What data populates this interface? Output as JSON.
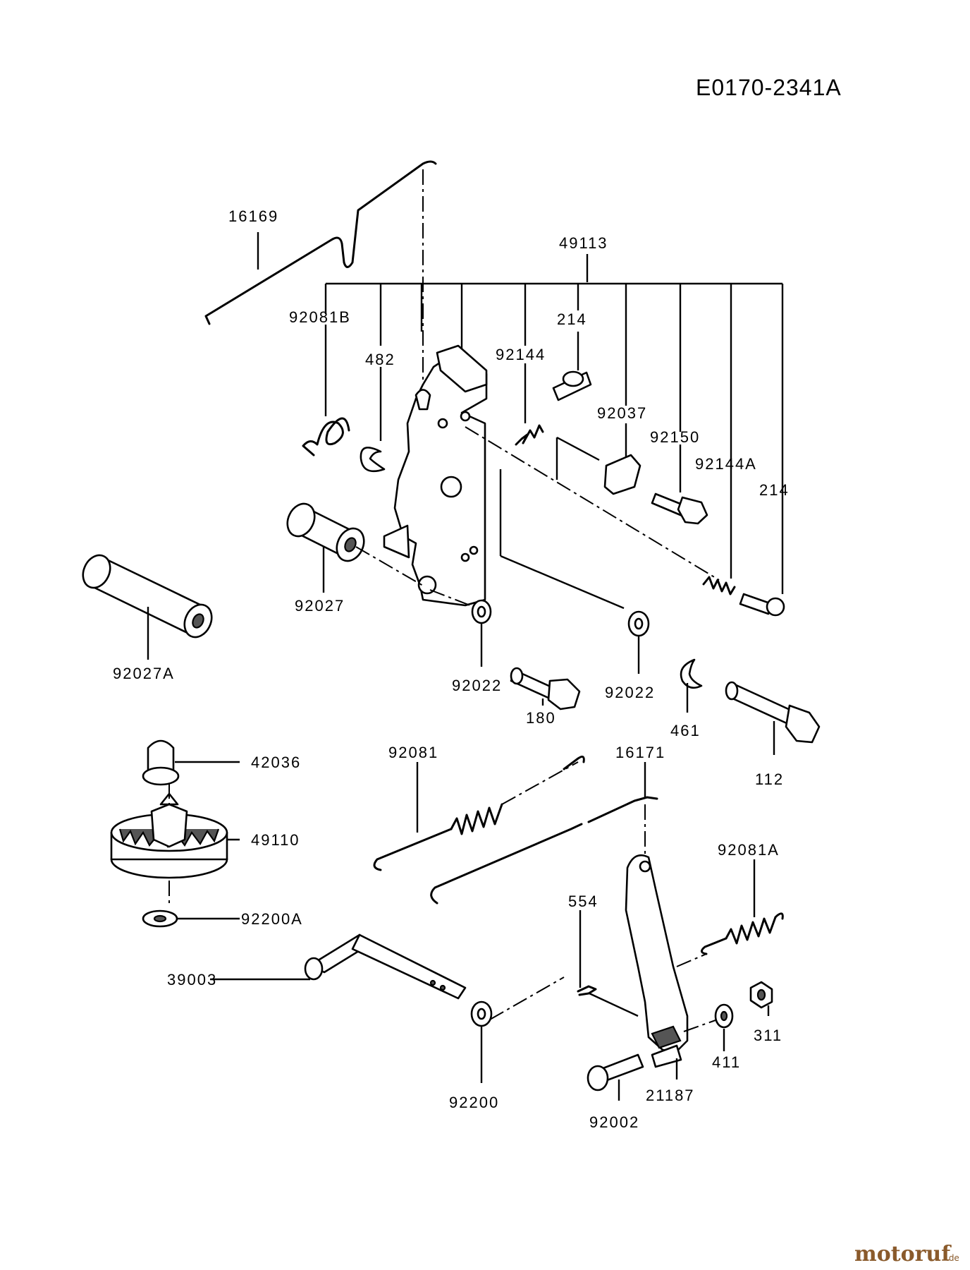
{
  "diagram_code": "E0170-2341A",
  "watermark": {
    "brand": "motoruf",
    "suffix": ".de"
  },
  "labels": {
    "p16169": "16169",
    "p49113": "49113",
    "p92081B": "92081B",
    "p214a": "214",
    "p482": "482",
    "p92144": "92144",
    "p92037": "92037",
    "p92150": "92150",
    "p92144A": "92144A",
    "p214b": "214",
    "p92027": "92027",
    "p92027A": "92027A",
    "p92022a": "92022",
    "p180": "180",
    "p92022b": "92022",
    "p461": "461",
    "p112": "112",
    "p42036": "42036",
    "p49110": "49110",
    "p92200A": "92200A",
    "p92081": "92081",
    "p16171": "16171",
    "p92081A": "92081A",
    "p554": "554",
    "p39003": "39003",
    "p92200": "92200",
    "p311": "311",
    "p411": "411",
    "p21187": "21187",
    "p92002": "92002"
  }
}
